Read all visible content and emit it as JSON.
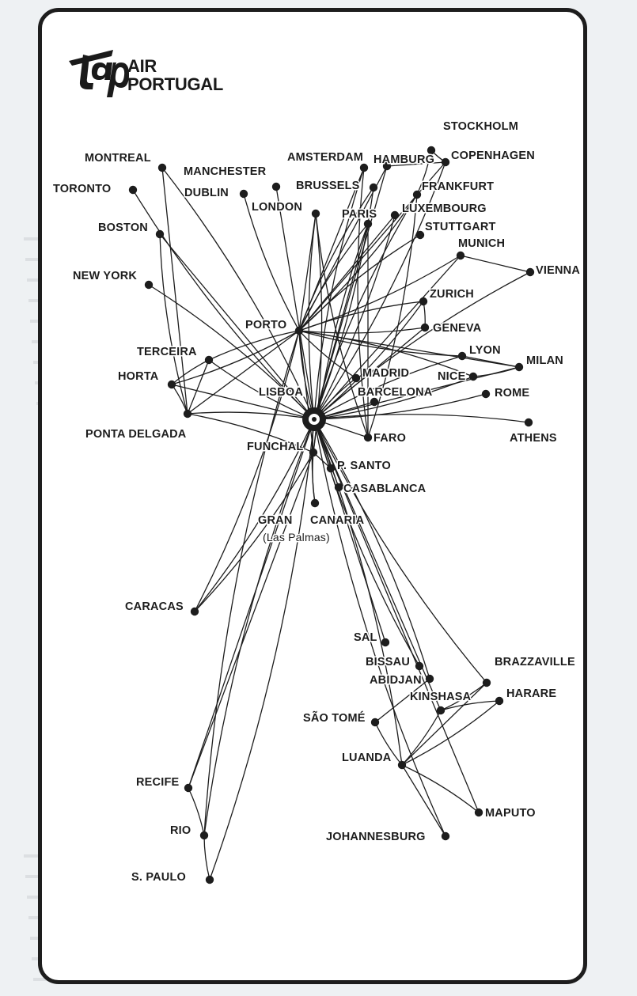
{
  "brand": {
    "logo_letters": "tap",
    "line1": "AIR",
    "line2": "PORTUGAL"
  },
  "colors": {
    "ink": "#1d1d1d",
    "paper": "#ffffff",
    "bleed": "#b9bec3"
  },
  "map": {
    "hubs": [
      "LISBOA",
      "PORTO"
    ],
    "cities": [
      {
        "id": "lisboa",
        "label": "LISBOA",
        "hub": true
      },
      {
        "id": "porto",
        "label": "PORTO"
      },
      {
        "id": "faro",
        "label": "FARO"
      },
      {
        "id": "funchal",
        "label": "FUNCHAL"
      },
      {
        "id": "psanto",
        "label": "P. SANTO"
      },
      {
        "id": "casablanca",
        "label": "CASABLANCA"
      },
      {
        "id": "canaria",
        "label": "CANARIA"
      },
      {
        "id": "gran",
        "label": "GRAN"
      },
      {
        "id": "laspalmas",
        "label": "(Las Palmas)"
      },
      {
        "id": "madrid",
        "label": "MADRID"
      },
      {
        "id": "barcelona",
        "label": "BARCELONA"
      },
      {
        "id": "nice",
        "label": "NICE"
      },
      {
        "id": "lyon",
        "label": "LYON"
      },
      {
        "id": "milan",
        "label": "MILAN"
      },
      {
        "id": "rome",
        "label": "ROME"
      },
      {
        "id": "athens",
        "label": "ATHENS"
      },
      {
        "id": "geneva",
        "label": "GENEVA"
      },
      {
        "id": "zurich",
        "label": "ZURICH"
      },
      {
        "id": "vienna",
        "label": "VIENNA"
      },
      {
        "id": "munich",
        "label": "MUNICH"
      },
      {
        "id": "stuttgart",
        "label": "STUTTGART"
      },
      {
        "id": "luxembourg",
        "label": "LUXEMBOURG"
      },
      {
        "id": "frankfurt",
        "label": "FRANKFURT"
      },
      {
        "id": "paris",
        "label": "PARIS"
      },
      {
        "id": "brussels",
        "label": "BRUSSELS"
      },
      {
        "id": "amsterdam",
        "label": "AMSTERDAM"
      },
      {
        "id": "hamburg",
        "label": "HAMBURG"
      },
      {
        "id": "copenhagen",
        "label": "COPENHAGEN"
      },
      {
        "id": "stockholm",
        "label": "STOCKHOLM"
      },
      {
        "id": "london",
        "label": "LONDON"
      },
      {
        "id": "manchester",
        "label": "MANCHESTER"
      },
      {
        "id": "dublin",
        "label": "DUBLIN"
      },
      {
        "id": "montreal",
        "label": "MONTREAL"
      },
      {
        "id": "toronto",
        "label": "TORONTO"
      },
      {
        "id": "boston",
        "label": "BOSTON"
      },
      {
        "id": "newyork",
        "label": "NEW YORK"
      },
      {
        "id": "terceira",
        "label": "TERCEIRA"
      },
      {
        "id": "horta",
        "label": "HORTA"
      },
      {
        "id": "pontadelgada",
        "label": "PONTA DELGADA"
      },
      {
        "id": "caracas",
        "label": "CARACAS"
      },
      {
        "id": "recife",
        "label": "RECIFE"
      },
      {
        "id": "rio",
        "label": "RIO"
      },
      {
        "id": "spaulo",
        "label": "S. PAULO"
      },
      {
        "id": "sal",
        "label": "SAL"
      },
      {
        "id": "bissau",
        "label": "BISSAU"
      },
      {
        "id": "abidjan",
        "label": "ABIDJAN"
      },
      {
        "id": "kinshasa",
        "label": "KINSHASA"
      },
      {
        "id": "brazzaville",
        "label": "BRAZZAVILLE"
      },
      {
        "id": "harare",
        "label": "HARARE"
      },
      {
        "id": "saotome",
        "label": "SÃO TOMÉ"
      },
      {
        "id": "luanda",
        "label": "LUANDA"
      },
      {
        "id": "maputo",
        "label": "MAPUTO"
      },
      {
        "id": "johannesburg",
        "label": "JOHANNESBURG"
      }
    ],
    "routes": [
      [
        "lisboa",
        "porto"
      ],
      [
        "lisboa",
        "faro"
      ],
      [
        "lisboa",
        "funchal"
      ],
      [
        "lisboa",
        "psanto"
      ],
      [
        "lisboa",
        "casablanca"
      ],
      [
        "lisboa",
        "canaria"
      ],
      [
        "lisboa",
        "madrid"
      ],
      [
        "lisboa",
        "barcelona"
      ],
      [
        "lisboa",
        "nice"
      ],
      [
        "lisboa",
        "lyon"
      ],
      [
        "lisboa",
        "milan"
      ],
      [
        "lisboa",
        "rome"
      ],
      [
        "lisboa",
        "athens"
      ],
      [
        "lisboa",
        "geneva"
      ],
      [
        "lisboa",
        "zurich"
      ],
      [
        "lisboa",
        "vienna"
      ],
      [
        "lisboa",
        "munich"
      ],
      [
        "lisboa",
        "luxembourg"
      ],
      [
        "lisboa",
        "frankfurt"
      ],
      [
        "lisboa",
        "paris"
      ],
      [
        "lisboa",
        "brussels"
      ],
      [
        "lisboa",
        "amsterdam"
      ],
      [
        "lisboa",
        "hamburg"
      ],
      [
        "lisboa",
        "copenhagen"
      ],
      [
        "lisboa",
        "london"
      ],
      [
        "lisboa",
        "manchester"
      ],
      [
        "lisboa",
        "montreal"
      ],
      [
        "lisboa",
        "toronto"
      ],
      [
        "lisboa",
        "boston"
      ],
      [
        "lisboa",
        "newyork"
      ],
      [
        "lisboa",
        "terceira"
      ],
      [
        "lisboa",
        "horta"
      ],
      [
        "lisboa",
        "pontadelgada"
      ],
      [
        "lisboa",
        "caracas"
      ],
      [
        "lisboa",
        "recife"
      ],
      [
        "lisboa",
        "rio"
      ],
      [
        "lisboa",
        "spaulo"
      ],
      [
        "lisboa",
        "sal"
      ],
      [
        "lisboa",
        "bissau"
      ],
      [
        "lisboa",
        "abidjan"
      ],
      [
        "lisboa",
        "kinshasa"
      ],
      [
        "lisboa",
        "brazzaville"
      ],
      [
        "lisboa",
        "luanda"
      ],
      [
        "lisboa",
        "maputo"
      ],
      [
        "lisboa",
        "johannesburg"
      ],
      [
        "porto",
        "paris"
      ],
      [
        "porto",
        "london"
      ],
      [
        "porto",
        "frankfurt"
      ],
      [
        "porto",
        "brussels"
      ],
      [
        "porto",
        "luxembourg"
      ],
      [
        "porto",
        "geneva"
      ],
      [
        "porto",
        "zurich"
      ],
      [
        "porto",
        "amsterdam"
      ],
      [
        "porto",
        "munich"
      ],
      [
        "porto",
        "stuttgart"
      ],
      [
        "porto",
        "hamburg"
      ],
      [
        "porto",
        "madrid"
      ],
      [
        "porto",
        "dublin"
      ],
      [
        "porto",
        "copenhagen"
      ],
      [
        "porto",
        "lyon"
      ],
      [
        "porto",
        "nice"
      ],
      [
        "porto",
        "funchal"
      ],
      [
        "porto",
        "rio"
      ],
      [
        "porto",
        "caracas"
      ],
      [
        "porto",
        "pontadelgada"
      ],
      [
        "porto",
        "terceira"
      ],
      [
        "porto",
        "horta"
      ],
      [
        "porto",
        "milan"
      ],
      [
        "funchal",
        "pontadelgada"
      ],
      [
        "funchal",
        "caracas"
      ],
      [
        "funchal",
        "recife"
      ],
      [
        "funchal",
        "london"
      ],
      [
        "funchal",
        "paris"
      ],
      [
        "funchal",
        "psanto"
      ],
      [
        "funchal",
        "canaria"
      ],
      [
        "faro",
        "london"
      ],
      [
        "faro",
        "paris"
      ],
      [
        "faro",
        "frankfurt"
      ],
      [
        "faro",
        "amsterdam"
      ],
      [
        "pontadelgada",
        "terceira"
      ],
      [
        "pontadelgada",
        "horta"
      ],
      [
        "pontadelgada",
        "boston"
      ],
      [
        "pontadelgada",
        "montreal"
      ],
      [
        "terceira",
        "horta"
      ],
      [
        "zurich",
        "geneva"
      ],
      [
        "munich",
        "vienna"
      ],
      [
        "frankfurt",
        "stockholm"
      ],
      [
        "copenhagen",
        "stockholm"
      ],
      [
        "hamburg",
        "copenhagen"
      ],
      [
        "luanda",
        "kinshasa"
      ],
      [
        "luanda",
        "maputo"
      ],
      [
        "luanda",
        "johannesburg"
      ],
      [
        "luanda",
        "harare"
      ],
      [
        "luanda",
        "saotome"
      ],
      [
        "luanda",
        "brazzaville"
      ],
      [
        "kinshasa",
        "brazzaville"
      ],
      [
        "kinshasa",
        "harare"
      ],
      [
        "abidjan",
        "saotome"
      ],
      [
        "rio",
        "spaulo"
      ],
      [
        "recife",
        "rio"
      ],
      [
        "lyon",
        "milan"
      ],
      [
        "nice",
        "milan"
      ]
    ]
  }
}
